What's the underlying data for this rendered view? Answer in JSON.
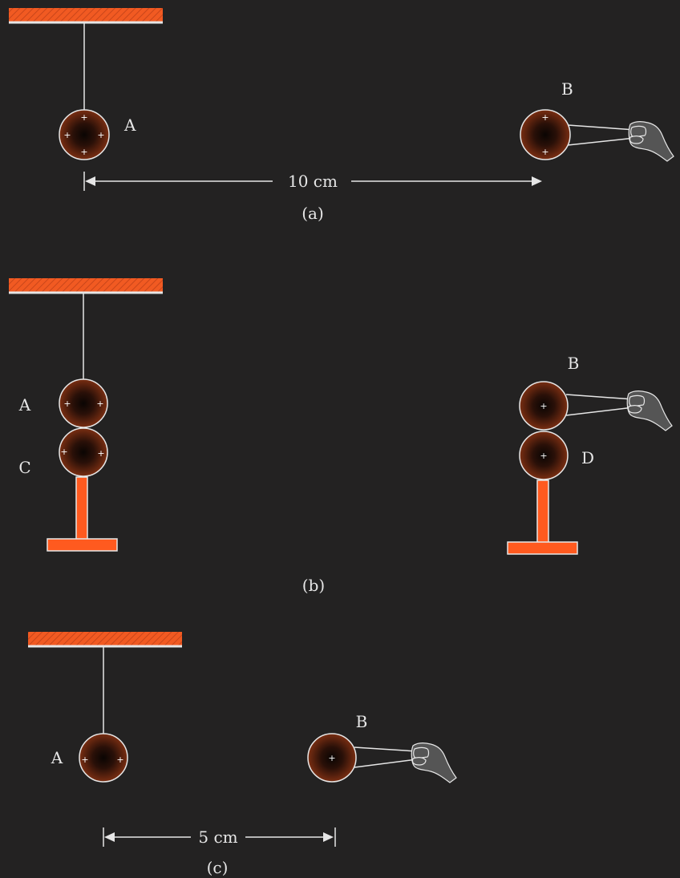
{
  "colors": {
    "background": "#232222",
    "support": "#f15a22",
    "stand": "#ff5a1f",
    "ball_edge": "#6b2a14",
    "line": "#e6e6e6",
    "hand": "#555555"
  },
  "panel_a": {
    "label_a": "A",
    "label_b": "B",
    "distance": "10 cm",
    "caption": "(a)",
    "charge": "+"
  },
  "panel_b": {
    "label_a": "A",
    "label_b": "B",
    "label_c": "C",
    "label_d": "D",
    "caption": "(b)",
    "charge": "+"
  },
  "panel_c": {
    "label_a": "A",
    "label_b": "B",
    "distance": "5 cm",
    "caption": "(c)",
    "charge": "+"
  }
}
